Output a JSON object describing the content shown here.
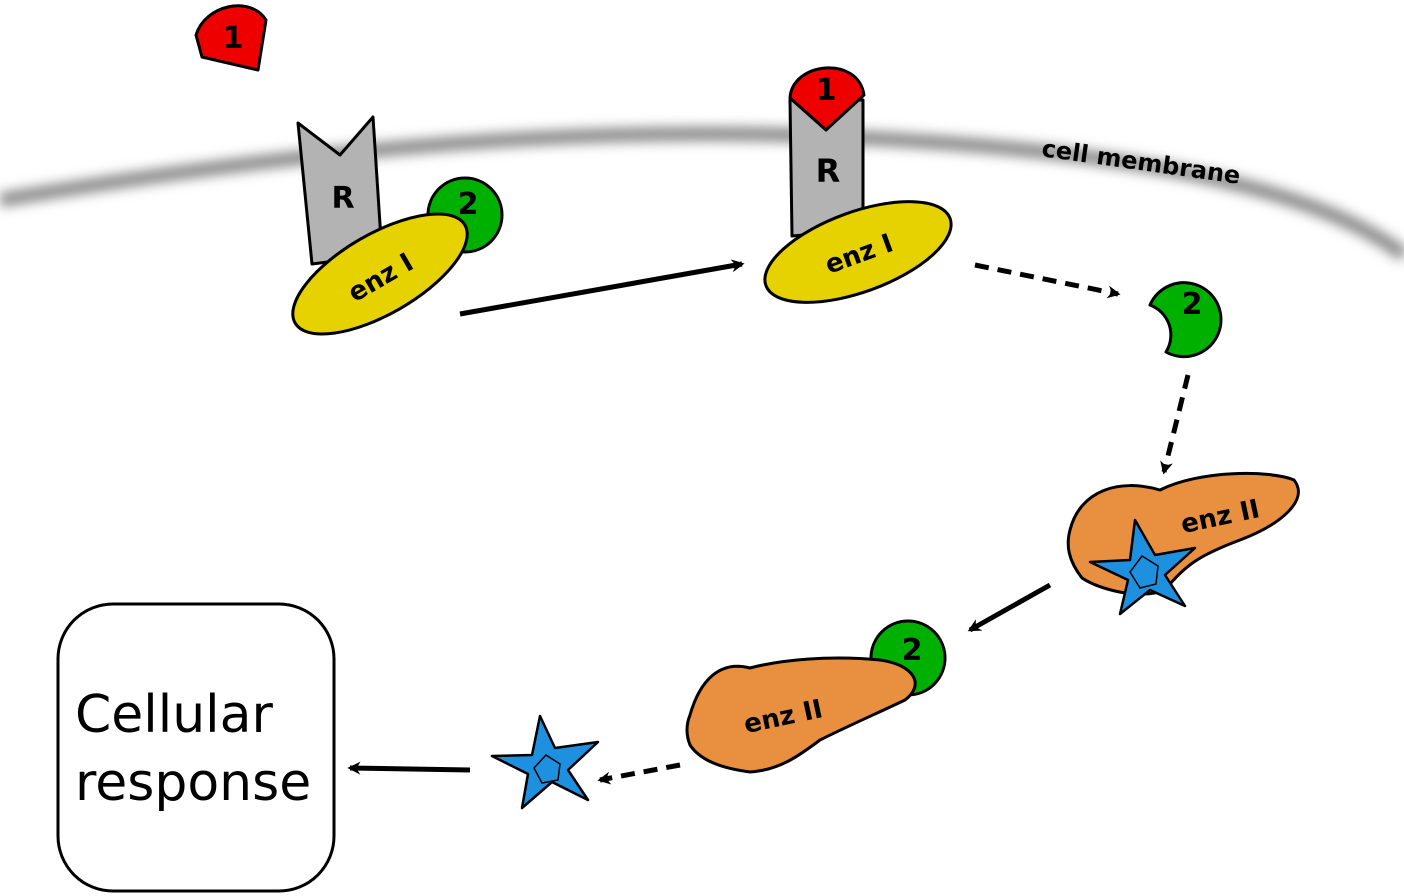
{
  "membrane": {
    "label": "cell membrane"
  },
  "ligand": {
    "label": "1",
    "color": "#ee0000"
  },
  "protein2": {
    "label": "2",
    "color": "#00b000"
  },
  "receptor": {
    "label": "R",
    "color": "#b3b3b3"
  },
  "enzyme1": {
    "label": "enz I",
    "color": "#e6d200"
  },
  "enzyme2": {
    "label": "enz II",
    "color": "#e89040"
  },
  "messenger": {
    "color": "#1e90e0"
  },
  "response": {
    "line1": "Cellular",
    "line2": "response"
  }
}
